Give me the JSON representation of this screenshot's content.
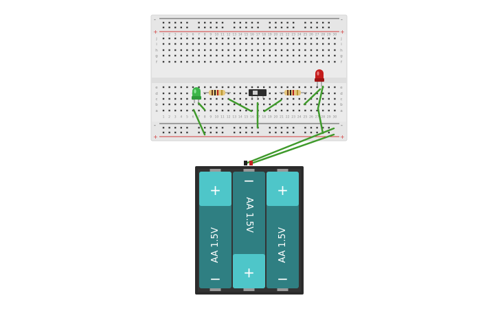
{
  "breadboard": {
    "columns": 30,
    "row_letters_top": [
      "j",
      "i",
      "h",
      "g",
      "f"
    ],
    "row_letters_bottom": [
      "e",
      "d",
      "c",
      "b",
      "a"
    ],
    "rail_plus": "+",
    "rail_minus": "-"
  },
  "battery_pack": {
    "cells": [
      {
        "label": "AA 1.5V",
        "positive_at_top": true
      },
      {
        "label": "AA 1.5V",
        "positive_at_top": false
      },
      {
        "label": "AA 1.5V",
        "positive_at_top": true
      }
    ],
    "plus_symbol": "+",
    "minus_symbol": "−"
  },
  "components": {
    "green_led": "led-green",
    "red_led": "led-red",
    "resistor_count": 2,
    "switch": "slide-switch"
  },
  "colors": {
    "board": "#ebebeb",
    "board_edge": "#d2d2d2",
    "rail_red": "#d33b3b",
    "hole": "#3c3c3c",
    "wire_green": "#3f9a2b",
    "battery_teal": "#2f7f82",
    "battery_light": "#4ec6c9",
    "holder": "#2b2b2b",
    "led_green": "#3db64a",
    "led_red": "#c51d1d"
  }
}
